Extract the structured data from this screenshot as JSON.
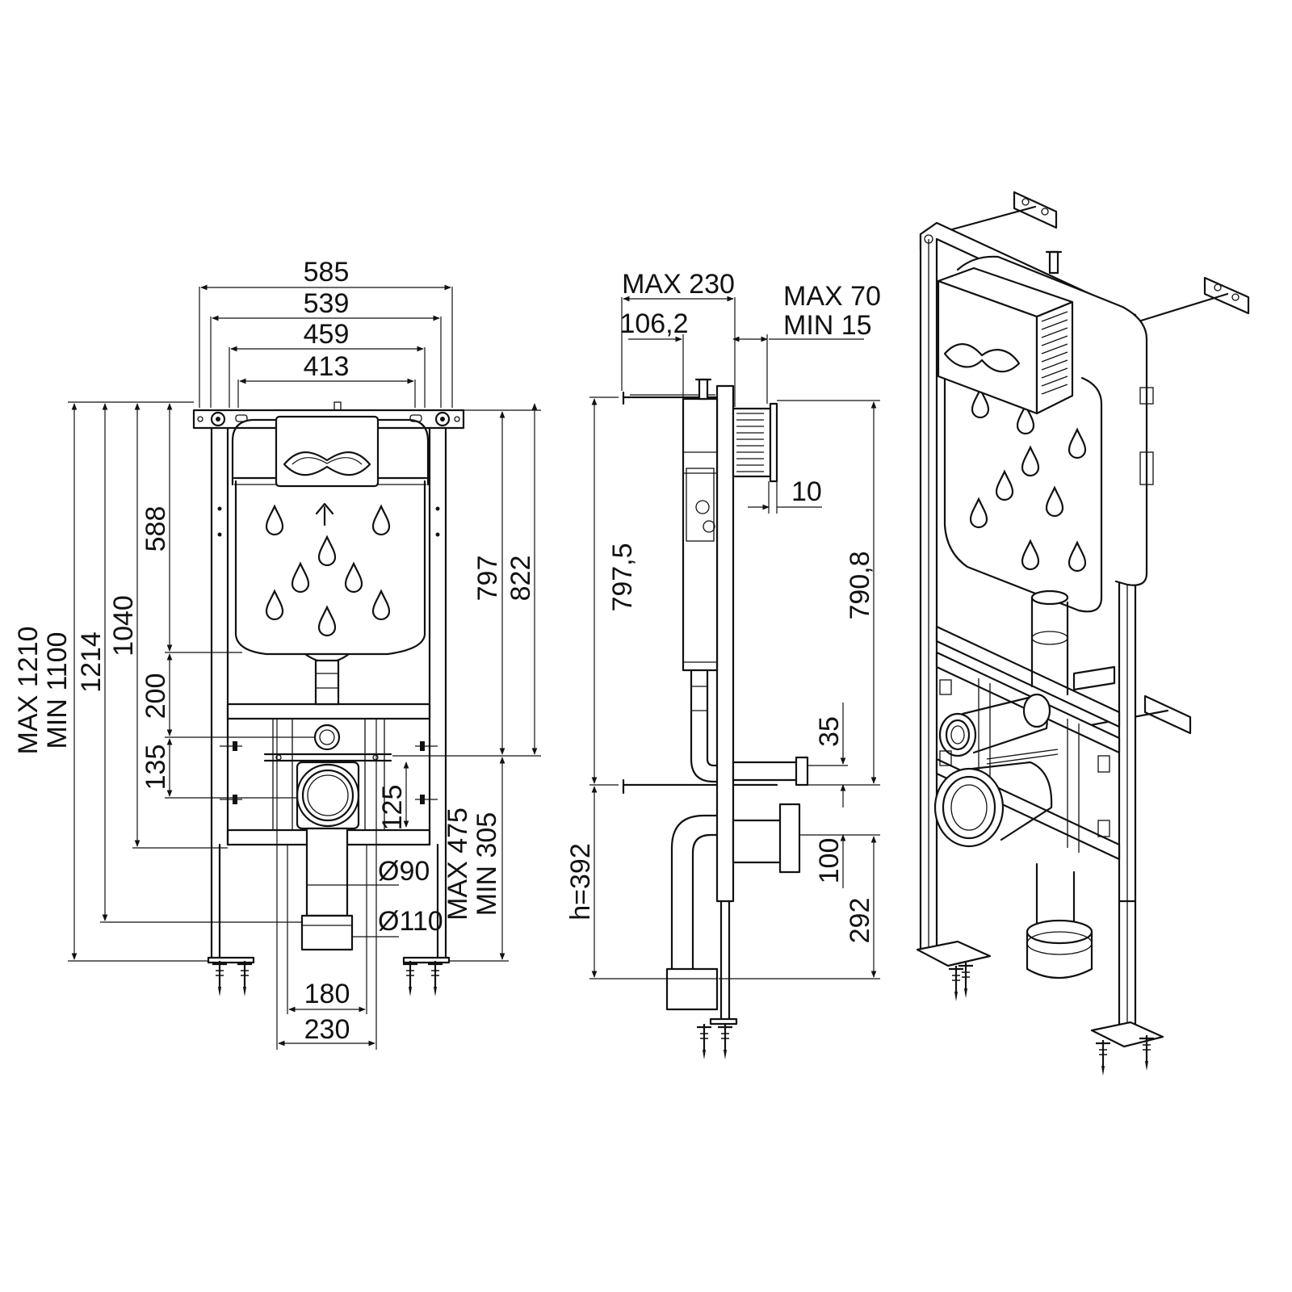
{
  "front_view": {
    "width_585": "585",
    "width_539": "539",
    "width_459": "459",
    "width_413": "413",
    "height_588": "588",
    "height_1040": "1040",
    "height_1214": "1214",
    "height_adj_max": "MAX 1210",
    "height_adj_min": "MIN 1100",
    "height_797": "797",
    "height_822": "822",
    "height_200": "200",
    "height_135": "135",
    "height_125": "125",
    "pipe_d90": "Ø90",
    "pipe_d110": "Ø110",
    "leg_max": "MAX 475",
    "leg_min": "MIN 305",
    "width_180": "180",
    "width_230": "230"
  },
  "side_view": {
    "depth_max": "MAX 230",
    "depth_106": "106,2",
    "wall_max": "MAX 70",
    "wall_min": "MIN 15",
    "height_797_5": "797,5",
    "height_790_8": "790,8",
    "dim_10": "10",
    "dim_35": "35",
    "dim_100": "100",
    "dim_292": "292",
    "h_392": "h=392"
  },
  "colors": {
    "line": "#111111",
    "background": "#ffffff"
  }
}
